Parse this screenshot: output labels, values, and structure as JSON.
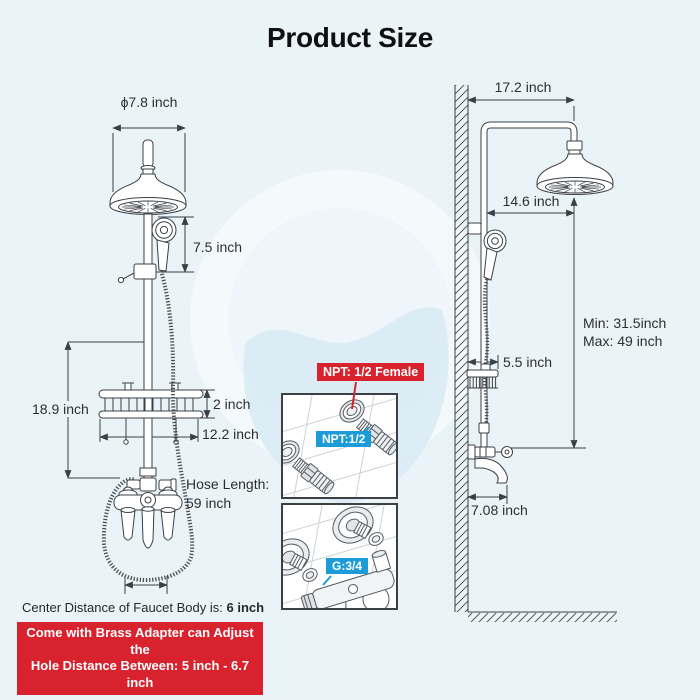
{
  "title": "Product Size",
  "colors": {
    "background": "#e9f3f8",
    "accent_red": "#d8232f",
    "accent_blue": "#1b9cd8",
    "line_ink": "#3b4046",
    "watermark_wave": "#d7eaf4"
  },
  "front_view": {
    "head_diameter": "ϕ7.8 inch",
    "handheld_height": "7.5 inch",
    "pole_section": "18.9 inch",
    "shelf_height": "2 inch",
    "shelf_width": "12.2 inch",
    "hose_length_label": "Hose Length:",
    "hose_length_value": "59 inch"
  },
  "side_view": {
    "top_reach": "17.2 inch",
    "head_offset": "14.6 inch",
    "min_height": "Min: 31.5inch",
    "max_height": "Max: 49 inch",
    "shelf_depth": "5.5 inch",
    "spout_reach": "7.08 inch"
  },
  "connections": {
    "npt_female": "NPT: 1/2 Female",
    "npt_half": "NPT:1/2",
    "g_three_quarter": "G:3/4"
  },
  "footer": {
    "center_distance_label": "Center Distance of Faucet Body is: ",
    "center_distance_value": "6 inch",
    "banner_line1": "Come with Brass Adapter can Adjust the",
    "banner_line2_label": "Hole Distance Between: ",
    "banner_line2_value": "5 inch - 6.7 inch"
  }
}
